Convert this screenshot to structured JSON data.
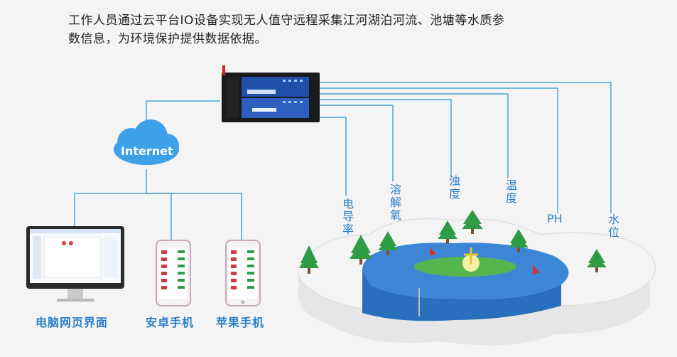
{
  "caption": {
    "line1": "工作人员通过云平台IO设备实现无人值守远程采集江河湖泊河流、池塘等水质参",
    "line2": "数信息，为环境保护提供数据依据。"
  },
  "cloud_label": "Internet",
  "devices": [
    {
      "label": "电脑网页界面"
    },
    {
      "label": "安卓手机"
    },
    {
      "label": "苹果手机"
    }
  ],
  "sensors": [
    {
      "label": "电导率"
    },
    {
      "label": "溶解氧"
    },
    {
      "label": "浊度"
    },
    {
      "label": "温度"
    },
    {
      "label": "PH"
    },
    {
      "label": "水位"
    }
  ],
  "colors": {
    "accent": "#2a7fc8",
    "line": "#4aa3d8",
    "water": "#3d86d6",
    "island": "#4caf50",
    "tree": "#2e9b45"
  }
}
